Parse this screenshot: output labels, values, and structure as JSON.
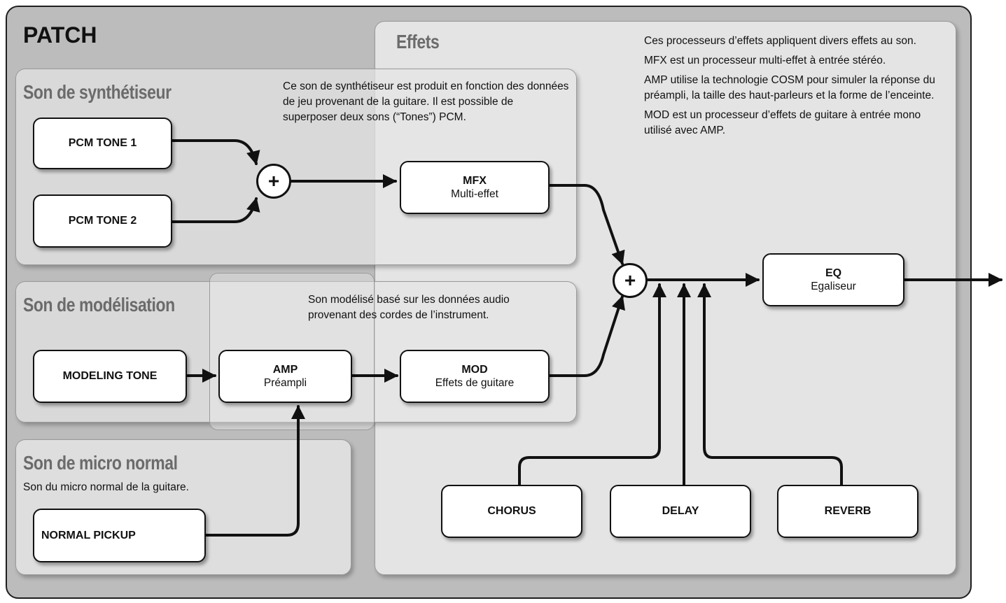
{
  "patch_label": "PATCH",
  "sections": {
    "effets": {
      "title": "Effets",
      "description": [
        "Ces processeurs d’effets appliquent divers effets au son.",
        "MFX est un processeur multi-effet à entrée stéréo.",
        "AMP utilise la technologie COSM pour simuler la réponse du préampli, la taille des haut-parleurs et la forme de l’enceinte.",
        "MOD est un processeur d’effets de guitare à entrée mono utilisé avec AMP."
      ]
    },
    "synth": {
      "title": "Son de synthétiseur",
      "description": "Ce son de synthétiseur est produit en fonction des données de jeu provenant de la guitare. Il est possible de superposer deux sons (“Tones”) PCM."
    },
    "modeling": {
      "title": "Son de modélisation",
      "description": "Son modélisé basé sur les données audio provenant des cordes de l’instrument."
    },
    "normal": {
      "title": "Son de micro normal",
      "description": "Son du micro normal de la guitare."
    }
  },
  "blocks": {
    "pcm_tone_1": {
      "name": "PCM TONE 1"
    },
    "pcm_tone_2": {
      "name": "PCM TONE 2"
    },
    "mfx": {
      "name": "MFX",
      "sub": "Multi-effet"
    },
    "modeling_tone": {
      "name": "MODELING TONE"
    },
    "amp": {
      "name": "AMP",
      "sub": "Préampli"
    },
    "mod": {
      "name": "MOD",
      "sub": "Effets de guitare"
    },
    "normal_pickup": {
      "name": "NORMAL PICKUP"
    },
    "eq": {
      "name": "EQ",
      "sub": "Egaliseur"
    },
    "chorus": {
      "name": "CHORUS"
    },
    "delay": {
      "name": "DELAY"
    },
    "reverb": {
      "name": "REVERB"
    }
  },
  "mixer_symbol": "+"
}
